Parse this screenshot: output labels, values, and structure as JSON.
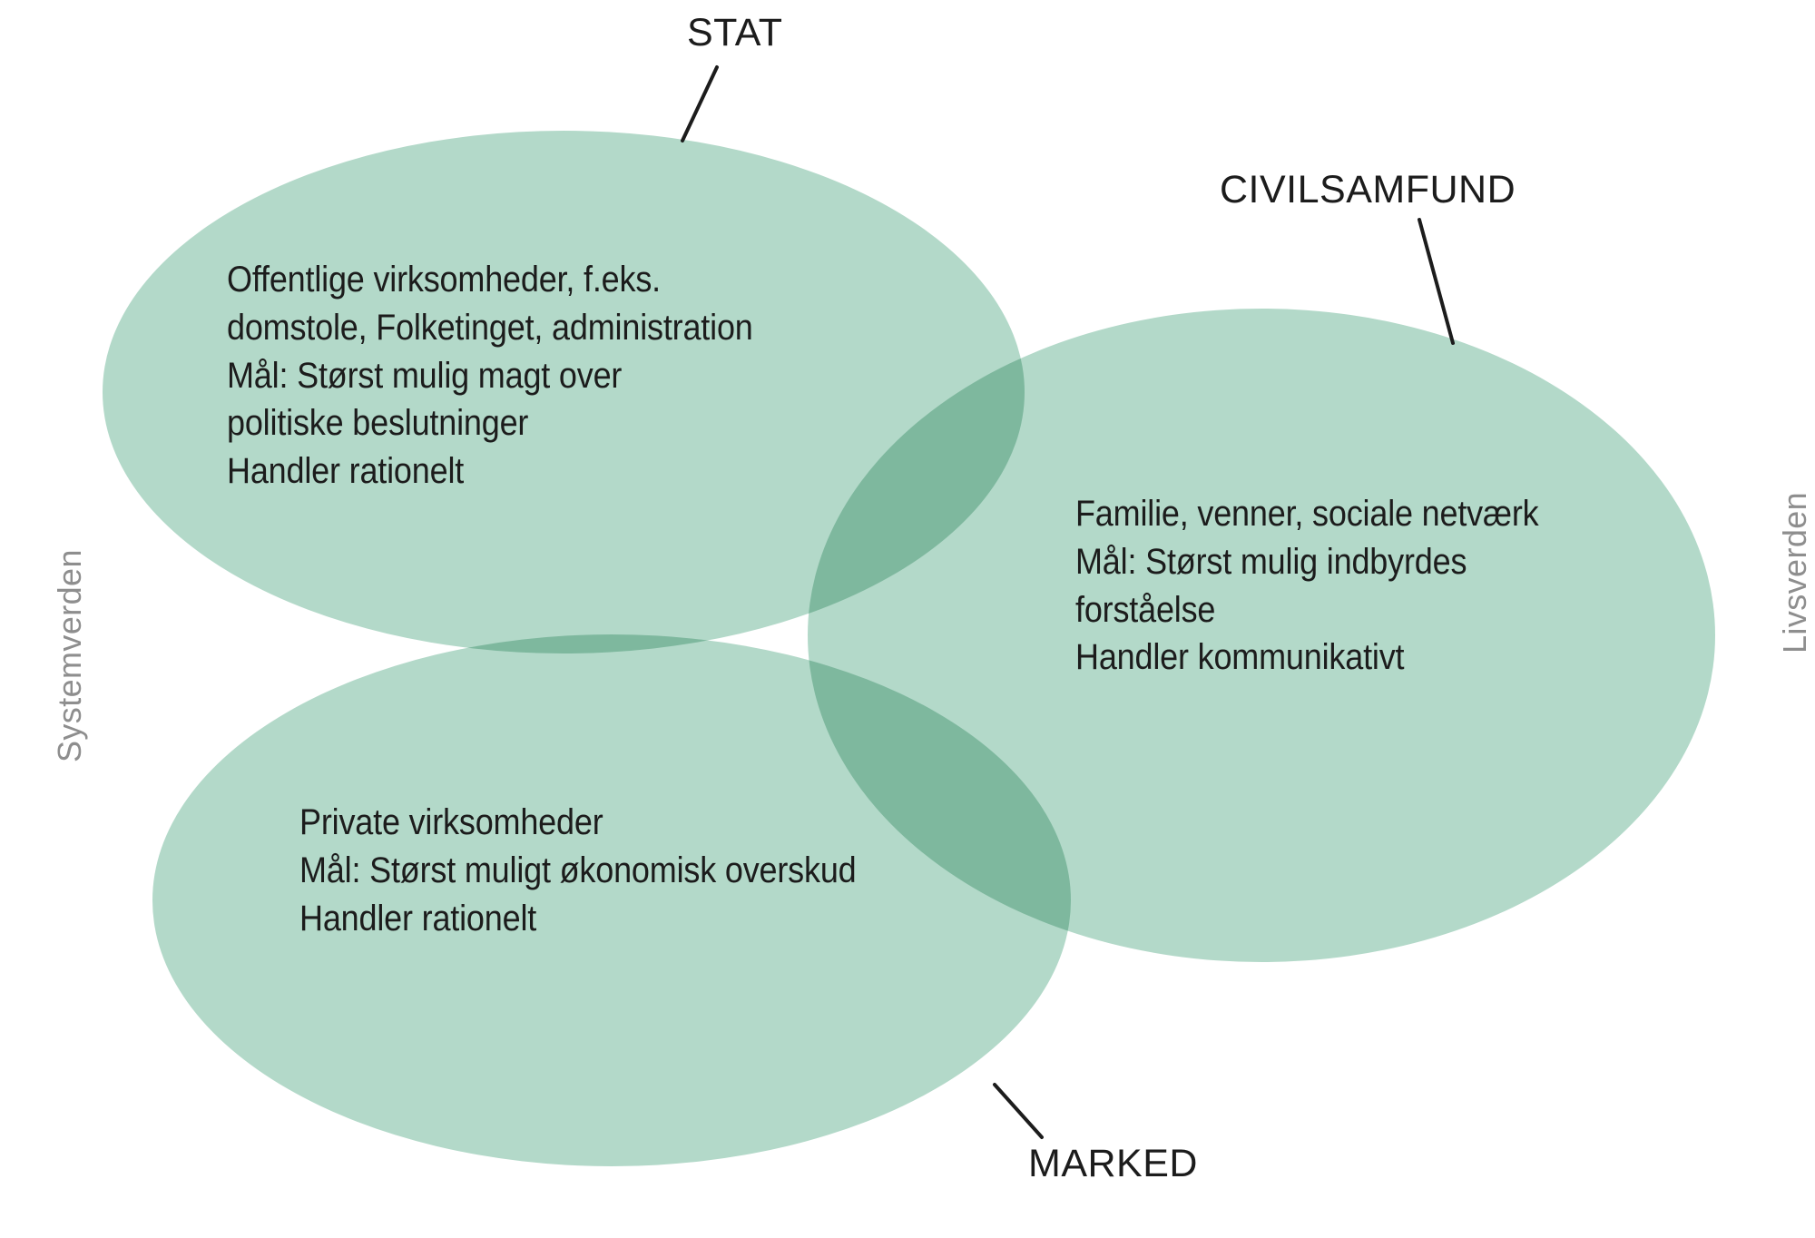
{
  "diagram": {
    "type": "venn",
    "background_color": "#ffffff",
    "ellipse_fill": "#b3d9c9",
    "overlap_fill": "#8fc4b0",
    "text_color": "#1c1c1c",
    "side_label_color": "#8e8e8e",
    "leader_line_color": "#1c1c1c"
  },
  "labels": {
    "stat": "STAT",
    "civilsamfund": "CIVILSAMFUND",
    "marked": "MARKED"
  },
  "side_labels": {
    "left": "Systemverden",
    "right": "Livsverden"
  },
  "sets": [
    {
      "id": "stat",
      "label": "STAT",
      "lines": [
        "Offentlige virksomheder, f.eks.",
        "domstole, Folketinget, administration",
        "Mål: Størst mulig magt over",
        "politiske beslutninger",
        "Handler rationelt"
      ],
      "text": "Offentlige virksomheder, f.eks.\ndomstole, Folketinget, administration\nMål: Størst mulig magt over\npolitiske beslutninger\nHandler rationelt"
    },
    {
      "id": "civilsamfund",
      "label": "CIVILSAMFUND",
      "lines": [
        "Familie, venner, sociale netværk",
        "Mål: Størst mulig indbyrdes",
        "forståelse",
        "Handler kommunikativt"
      ],
      "text": "Familie, venner, sociale netværk\nMål: Størst mulig indbyrdes\nforståelse\nHandler kommunikativt"
    },
    {
      "id": "marked",
      "label": "MARKED",
      "lines": [
        "Private virksomheder",
        "Mål: Størst muligt økonomisk overskud",
        "Handler rationelt"
      ],
      "text": "Private virksomheder\nMål: Størst muligt økonomisk overskud\nHandler rationelt"
    }
  ]
}
